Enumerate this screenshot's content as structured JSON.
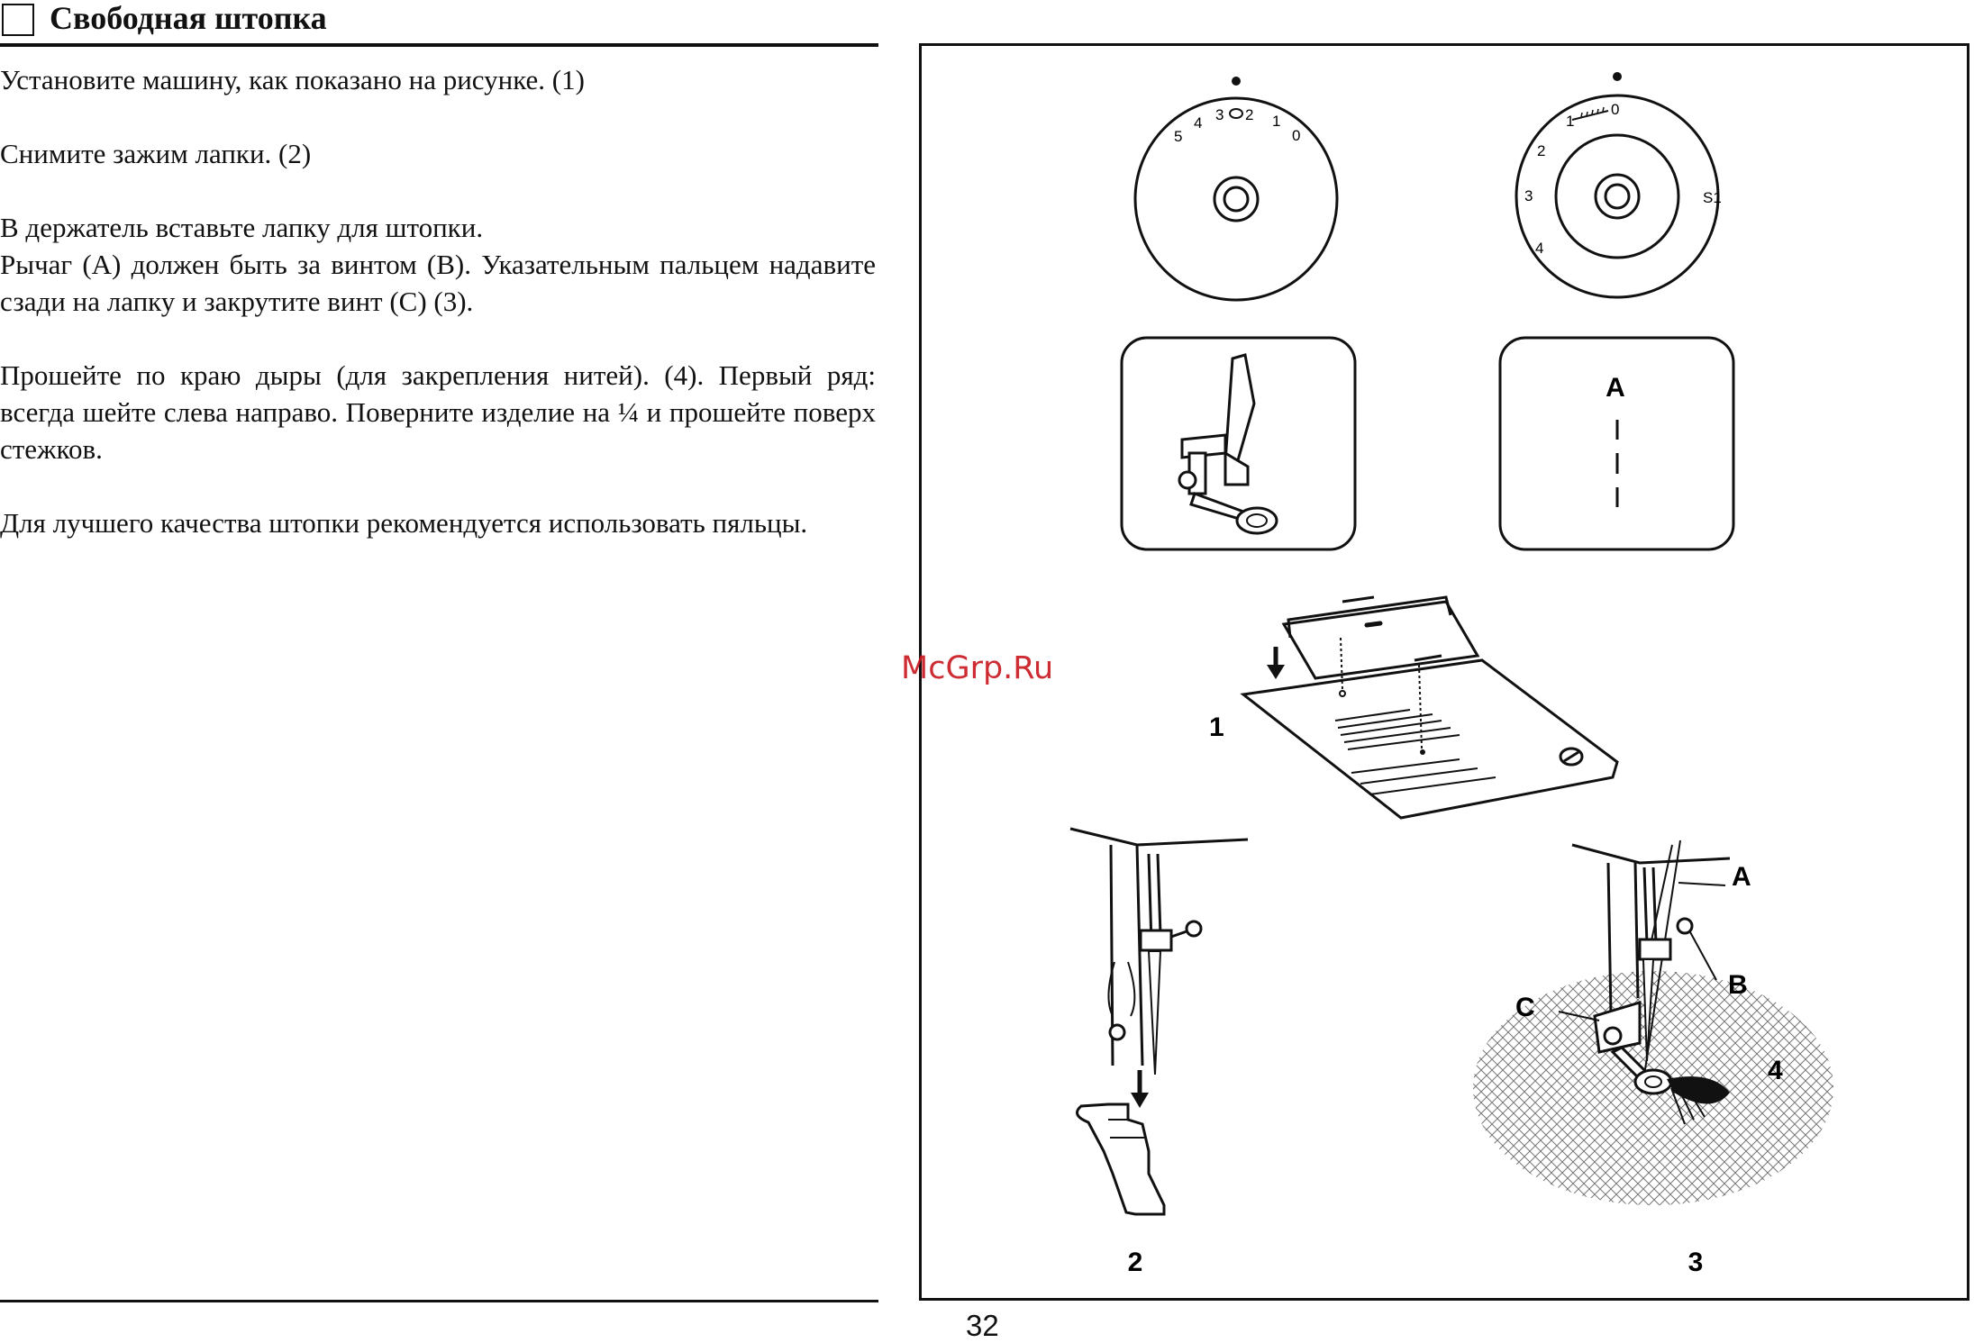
{
  "header": {
    "title": "Свободная штопка"
  },
  "body": {
    "paragraphs": [
      "Установите машину, как показано на рисунке. (1)",
      "Снимите зажим лапки. (2)",
      "В держатель вставьте лапку для штопки.",
      "Рычаг (A) должен быть за винтом (B). Указательным пальцем надавите сзади на лапку и закрутите винт (C) (3).",
      "Прошейте по краю дыры (для закрепления нитей). (4). Первый ряд: всегда шейте слева направо. Поверните изделие на ¼ и прошейте поверх стежков.",
      "Для лучшего качества штопки рекомендуется использовать пяльцы."
    ]
  },
  "figure": {
    "dial1_numbers": [
      "5",
      "4",
      "3",
      "2",
      "1",
      "0"
    ],
    "dial2_numbers": [
      "0",
      "1",
      "2",
      "3",
      "4",
      "S1"
    ],
    "panel_label": "A",
    "step_labels": [
      "1",
      "2",
      "3",
      "4"
    ],
    "part_labels": [
      "A",
      "B",
      "C"
    ]
  },
  "watermark": "McGrp.Ru",
  "page_number": "32"
}
